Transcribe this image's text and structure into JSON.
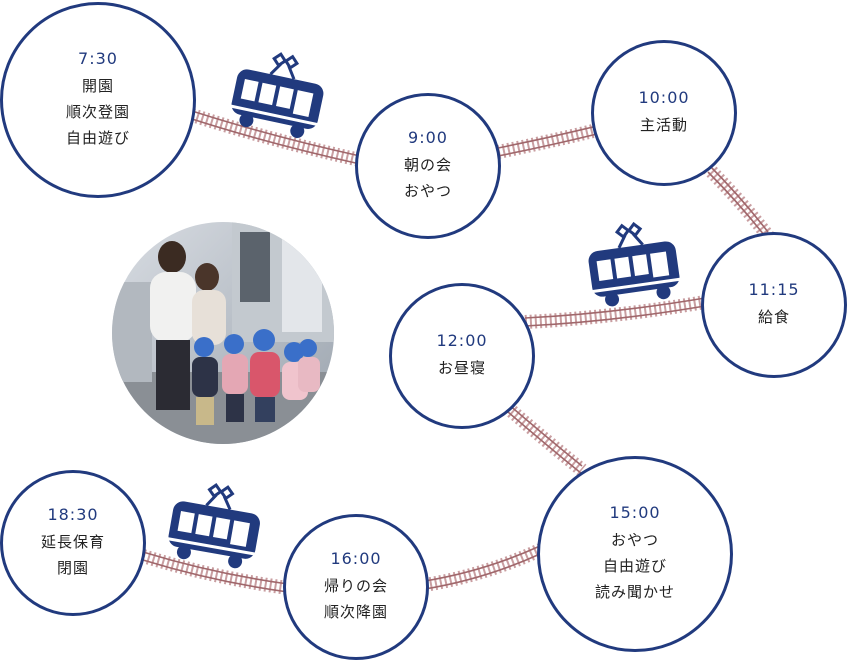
{
  "colors": {
    "circle": "#213a7e",
    "track_rail": "#a0676b",
    "track_tie": "#c99ea1",
    "train": "#213a7e",
    "text": "#222222"
  },
  "schedule": [
    {
      "time": "7:30",
      "lines": [
        "開園",
        "順次登園",
        "自由遊び"
      ]
    },
    {
      "time": "9:00",
      "lines": [
        "朝の会",
        "おやつ"
      ]
    },
    {
      "time": "10:00",
      "lines": [
        "主活動"
      ]
    },
    {
      "time": "11:15",
      "lines": [
        "給食"
      ]
    },
    {
      "time": "12:00",
      "lines": [
        "お昼寝"
      ]
    },
    {
      "time": "15:00",
      "lines": [
        "おやつ",
        "自由遊び",
        "読み聞かせ"
      ]
    },
    {
      "time": "16:00",
      "lines": [
        "帰りの会",
        "順次降園"
      ]
    },
    {
      "time": "18:30",
      "lines": [
        "延長保育",
        "閉園"
      ]
    }
  ],
  "icons": [
    "train-icon",
    "train-icon",
    "train-icon"
  ]
}
